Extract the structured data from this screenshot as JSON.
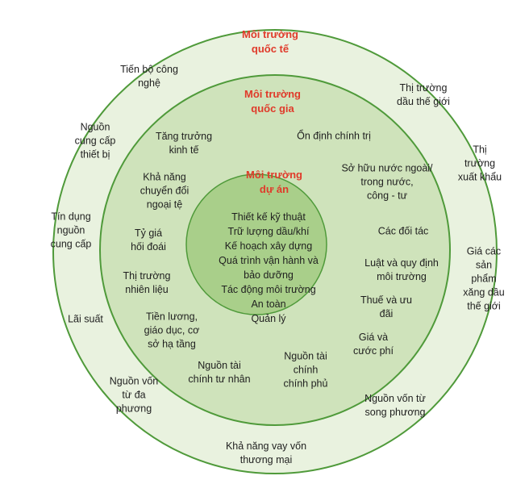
{
  "colors": {
    "outer_fill": "#e9f2df",
    "middle_fill": "#cfe3bb",
    "inner_fill": "#a9cf8a",
    "ring_stroke": "#4f9a3a",
    "title_red": "#e03a2a"
  },
  "diagram": {
    "outer": {
      "title": "Môi trường\nquốc tế",
      "items": [
        "Tiến bộ công\nnghệ",
        "Thị trường\ndầu thế giới",
        "Nguồn\ncung cấp\nthiết bị",
        "Thị\ntrường\nxuất khẩu",
        "Tín dụng\nnguồn\ncung cấp",
        "Giá các\nsản\nphẩm\nxăng dầu\nthế giới",
        "Lãi suất",
        "Nguồn vốn\ntừ đa\nphương",
        "Nguồn vốn từ\nsong phương",
        "Khả năng vay vốn\nthương mại"
      ]
    },
    "middle": {
      "title": "Môi trường\nquốc gia",
      "items": [
        "Tăng trưởng\nkinh tế",
        "Ổn định chính trị",
        "Khả năng\nchuyển đổi\nngoại tệ",
        "Sở hữu nước ngoài/\ntrong nước,\ncông - tư",
        "Tỷ giá\nhối đoái",
        "Các đối tác",
        "Thị trường\nnhiên liệu",
        "Luật và quy định\nmôi trường",
        "Thuế và ưu\nđãi",
        "Tiền lương,\ngiáo dục, cơ\nsở hạ  tầng",
        "Giá và\ncước phí",
        "Nguồn tài\nchính tư nhân",
        "Nguồn tài\nchính\nchính phủ"
      ]
    },
    "inner": {
      "title": "Môi trường\ndự án",
      "items": [
        "Thiết kế kỹ thuật",
        "Trữ lượng dầu/khí",
        "Kế hoạch xây dựng",
        "Quá trình vận hành và",
        "bảo dưỡng",
        "Tác động môi trường",
        "An toàn",
        "Quản lý"
      ]
    }
  }
}
